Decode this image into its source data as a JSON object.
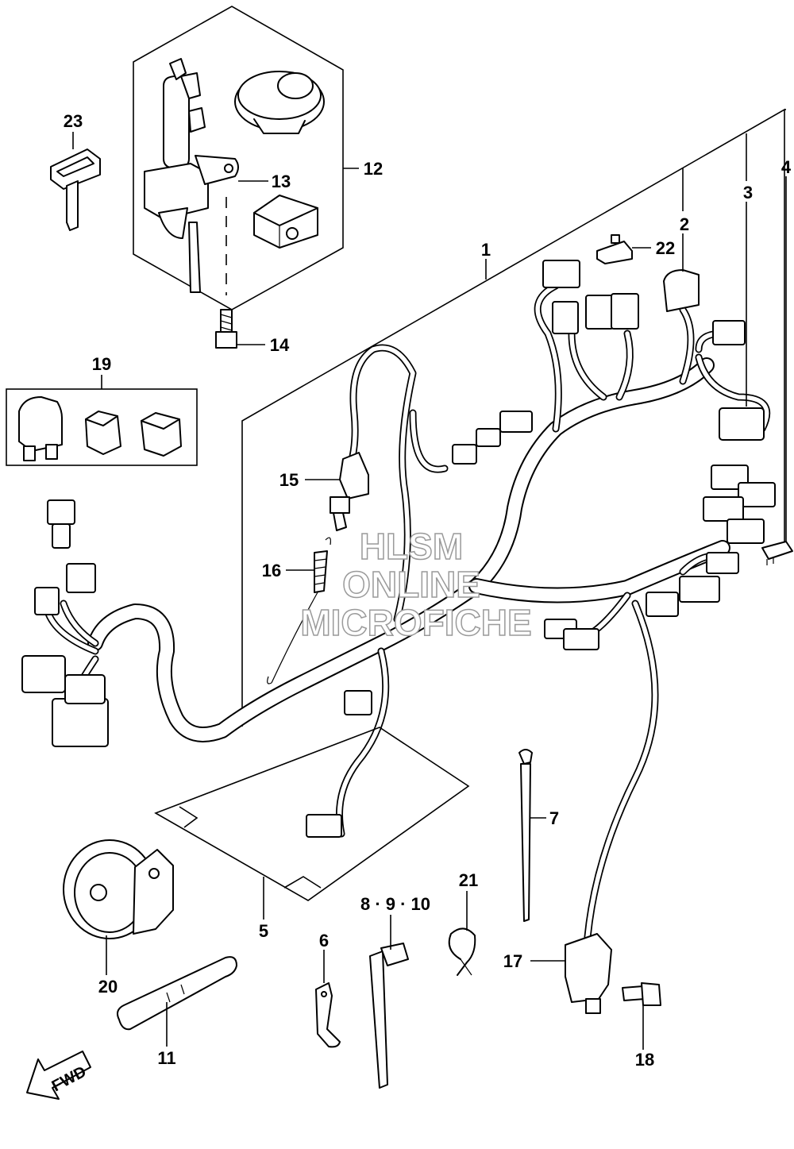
{
  "watermark": {
    "line1": "HLSM",
    "line2": "ONLINE",
    "line3": "MICROFICHE"
  },
  "fwd_label": "FWD",
  "callouts": {
    "c1": "1",
    "c2": "2",
    "c3": "3",
    "c4": "4",
    "c5": "5",
    "c6": "6",
    "c7": "7",
    "c8_9_10": "8 · 9 · 10",
    "c11": "11",
    "c12": "12",
    "c13": "13",
    "c14": "14",
    "c15": "15",
    "c16": "16",
    "c17": "17",
    "c18": "18",
    "c19": "19",
    "c20": "20",
    "c21": "21",
    "c22": "22",
    "c23": "23"
  }
}
